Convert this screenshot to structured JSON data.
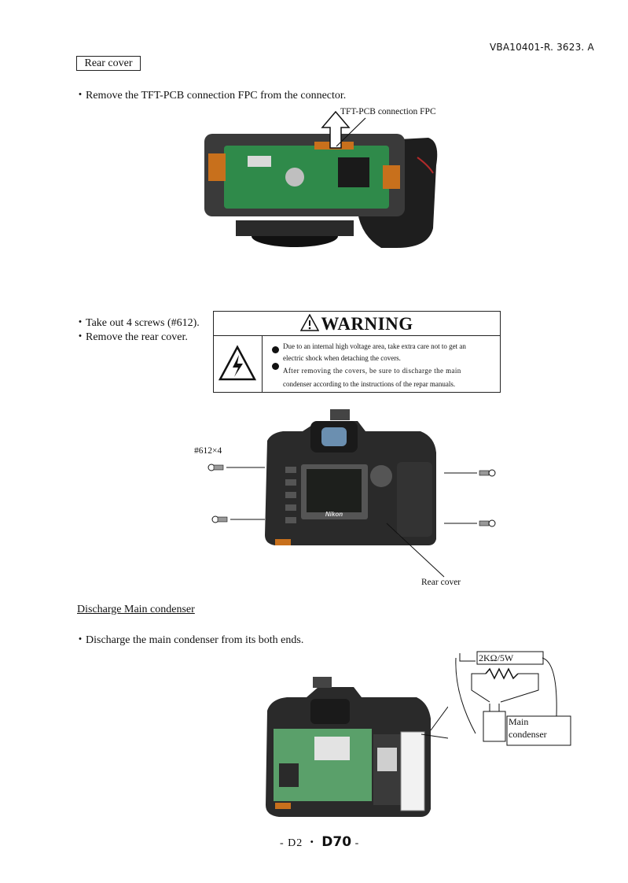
{
  "header": {
    "doc_code": "VBA10401-R. 3623. A"
  },
  "rear_cover_section": {
    "title": "Rear cover",
    "step1": "・Remove the TFT-PCB connection FPC from the connector.",
    "callout_fpc": "TFT-PCB connection FPC",
    "step2": "・Take out 4 screws (#612).",
    "step3": "・Remove the rear cover.",
    "screw_label": "#612×4",
    "callout_rear_cover": "Rear cover"
  },
  "warning": {
    "title": "WARNING",
    "line1": "Due to an internal high voltage area, take extra care not to get an",
    "line2": "electric shock when detaching the covers.",
    "line3": "After removing the covers, be sure to discharge the main",
    "line4": "condenser according to the instructions of the repar manuals."
  },
  "camera_markings": {
    "brand": "Nikon"
  },
  "discharge_section": {
    "title": "Discharge Main condenser",
    "step1": "・Discharge the main condenser from its both ends.",
    "resistor_label": "2KΩ/5W",
    "condenser_label_line1": "Main",
    "condenser_label_line2": "condenser"
  },
  "footer": {
    "prefix": "- D2 ・",
    "model": "D70",
    "suffix": "-"
  },
  "colors": {
    "pcb_green": "#2f8a4a",
    "flex_orange": "#c8701c",
    "camera_body": "#2a2a2a"
  }
}
